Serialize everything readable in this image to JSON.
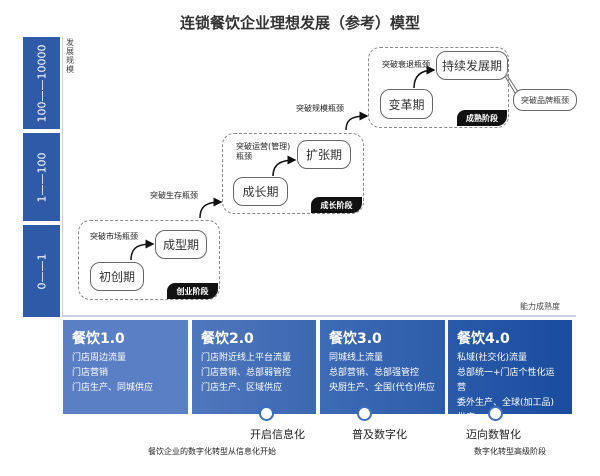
{
  "title": "连锁餐饮企业理想发展（参考）模型",
  "y_axis": {
    "label": "发展规模",
    "segments": [
      "100——10000",
      "1——100",
      "0——1"
    ]
  },
  "x_axis": {
    "label": "能力成熟度"
  },
  "stages": [
    {
      "tag": "创业阶段",
      "breakthrough": "突破市场瓶颈",
      "nodes": [
        "初创期",
        "成型期"
      ]
    },
    {
      "tag": "成长阶段",
      "breakthrough": "突破运营(管理)瓶颈",
      "nodes": [
        "成长期",
        "扩张期"
      ]
    },
    {
      "tag": "成熟阶段",
      "breakthrough": "突破衰退瓶颈",
      "nodes": [
        "变革期",
        "持续发展期"
      ]
    }
  ],
  "transitions": [
    "突破生存瓶颈",
    "突破规模瓶颈"
  ],
  "brand_bubble": "突破品牌瓶颈",
  "cards": [
    {
      "title": "餐饮1.0",
      "lines": [
        "门店周边流量",
        "门店营销",
        "门店生产、同城供应"
      ],
      "color": "#5a7fc4"
    },
    {
      "title": "餐饮2.0",
      "lines": [
        "门店附近线上平台流量",
        "门店营销、总部弱管控",
        "门店生产、区域供应"
      ],
      "color": "#4770b8"
    },
    {
      "title": "餐饮3.0",
      "lines": [
        "同城线上流量",
        "总部营销、总部强管控",
        "央厨生产、全国(代仓)供应"
      ],
      "color": "#3563ae"
    },
    {
      "title": "餐饮4.0",
      "lines": [
        "私域(社交化)流量",
        "总部统一+门店个性化运营",
        "委外生产、全球(加工品)供应"
      ],
      "color": "#1f52a3"
    }
  ],
  "milestones": [
    {
      "label": "开启信息化",
      "sub": "餐饮企业的数字化转型从信息化开始"
    },
    {
      "label": "普及数字化",
      "sub": ""
    },
    {
      "label": "迈向数智化",
      "sub": "数字化转型高级阶段"
    }
  ]
}
